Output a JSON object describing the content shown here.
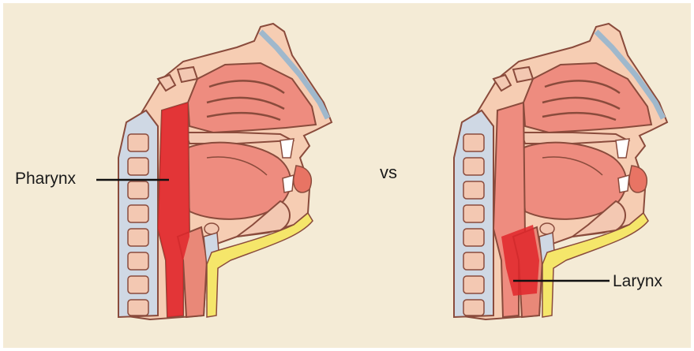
{
  "figure": {
    "left_label": "Pharynx",
    "separator": "vs",
    "right_label": "Larynx",
    "left_highlight_color": "#e0262a",
    "right_highlight_color": "#e0262a"
  }
}
